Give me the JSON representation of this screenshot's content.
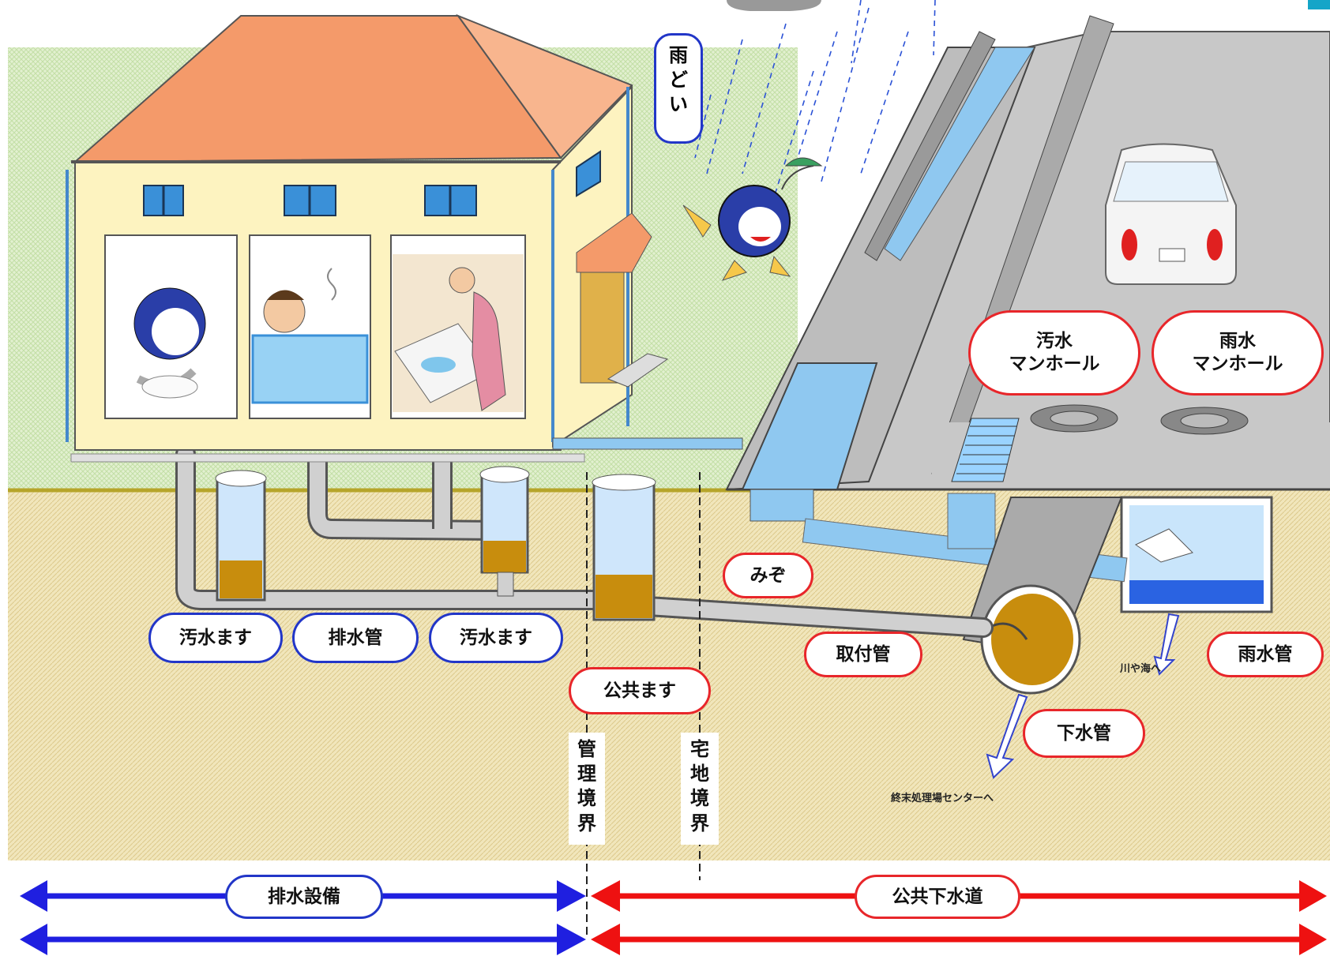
{
  "labels": {
    "rain_gutter": "雨どい",
    "sewage_manhole": "汚水\nマンホール",
    "rain_manhole": "雨水\nマンホール",
    "ditch": "みぞ",
    "sewage_basin_1": "汚水ます",
    "drain_pipe": "排水管",
    "sewage_basin_2": "汚水ます",
    "connection_pipe": "取付管",
    "stormwater_pipe": "雨水管",
    "public_basin": "公共ます",
    "sewer_pipe": "下水管",
    "to_river": "川や海へ",
    "to_treatment": "終末処理場センターへ",
    "management_boundary": "管理境界",
    "property_boundary": "宅地境界",
    "drainage_facility": "排水設備",
    "public_sewer": "公共下水道"
  },
  "colors": {
    "private_side": "#1f1fe0",
    "public_side": "#ee1111",
    "roof": "#f49a6a",
    "ground": "#efe3b6",
    "lawn": "#d8ecc2",
    "water": "#8fc8f0",
    "sewage": "#c8900f"
  }
}
